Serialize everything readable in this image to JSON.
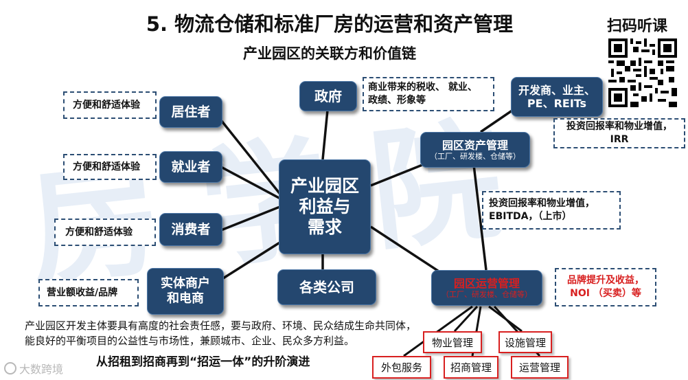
{
  "title": "5. 物流仓储和标准厂房的运营和资产管理",
  "subtitle": "产业园区的关联方和价值链",
  "scan_label": "扫码听课",
  "watermark": "房学院",
  "center": {
    "line1": "产业园区",
    "line2": "利益与",
    "line3": "需求"
  },
  "left_nodes": [
    {
      "label": "居住者",
      "note": "方便和舒适体验"
    },
    {
      "label": "就业者",
      "note": "方便和舒适体验"
    },
    {
      "label": "消费者",
      "note": "方便和舒适体验"
    },
    {
      "label1": "实体商户",
      "label2": "和电商",
      "note": "营业额收益/品牌"
    }
  ],
  "government": {
    "label": "政府",
    "note_line1": "商业带来的税收、 就业、",
    "note_line2": "政绩、形象等"
  },
  "companies": {
    "label": "各类公司"
  },
  "developer": {
    "line1": "开发商、业主、",
    "line2": "PE、REITs",
    "note_line1": "投资回报率和物业增值，",
    "note_line2": "IRR"
  },
  "asset_mgmt": {
    "title": "园区资产管理",
    "sub": "（工厂、研发楼、仓储等）",
    "note_line1": "投资回报率和物业增值，",
    "note_line2": "EBITDA，（上市）"
  },
  "ops_mgmt": {
    "title": "园区运营管理",
    "sub": "（工厂、研发楼、仓储等）",
    "note_line1": "品牌提升及收益，",
    "note_line2": "NOI （买卖）等"
  },
  "services": [
    "物业管理",
    "设施管理",
    "外包服务",
    "招商管理",
    "运营管理"
  ],
  "paragraph": "产业园区开发主体要具有高度的社会责任感，要与政府、环境、民众结成生命共同体，能良好的平衡项目的公益性与市场性，兼顾城市、企业、民众多方利益。",
  "bottom_line": "从招租到招商再到“招运一体”的升阶演进",
  "logo_text": "大数跨境",
  "colors": {
    "node": "#24476f",
    "red_text": "#d81f1f",
    "line": "#111111"
  }
}
